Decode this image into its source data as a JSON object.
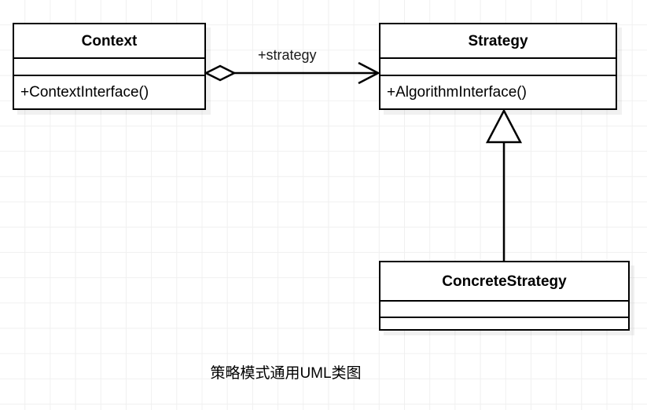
{
  "diagram": {
    "caption": "策略模式通用UML类图",
    "background_color": "#ffffff",
    "grid_color": "#f0f0f0",
    "line_color": "#000000",
    "shadow_color": "#ededed"
  },
  "classes": {
    "context": {
      "name": "Context",
      "attributes": "",
      "operations": "+ContextInterface()"
    },
    "strategy": {
      "name": "Strategy",
      "attributes": "",
      "operations": "+AlgorithmInterface()"
    },
    "concrete_strategy": {
      "name": "ConcreteStrategy",
      "attributes": "",
      "operations": ""
    }
  },
  "relationships": {
    "aggregation": {
      "label": "+strategy",
      "source": "Context",
      "target": "Strategy",
      "source_decoration": "hollow-diamond",
      "target_decoration": "open-arrow"
    },
    "generalization": {
      "label": "",
      "source": "ConcreteStrategy",
      "target": "Strategy",
      "target_decoration": "hollow-triangle"
    }
  }
}
